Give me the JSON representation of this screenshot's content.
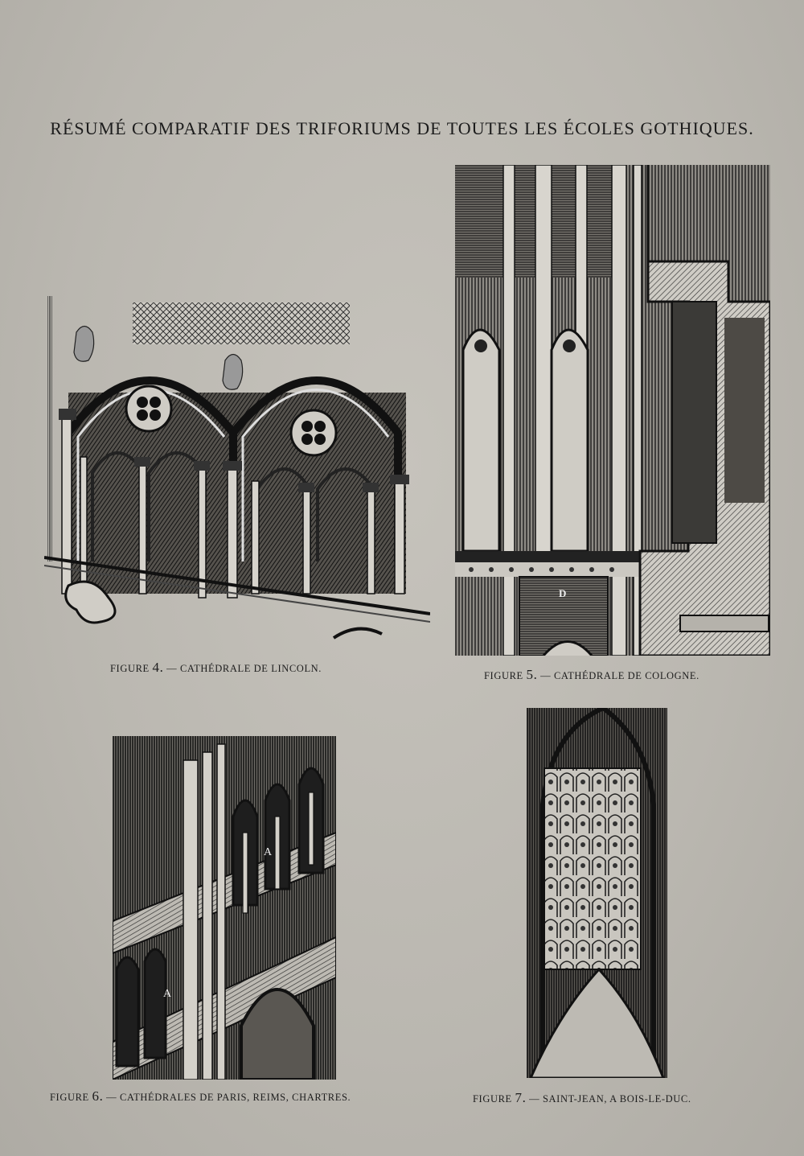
{
  "title": "RÉSUMÉ COMPARATIF DES TRIFORIUMS DE TOUTES LES ÉCOLES GOTHIQUES.",
  "figures": [
    {
      "prefix": "FIGURE",
      "number": "4.",
      "caption": "— CATHÉDRALE DE LINCOLN."
    },
    {
      "prefix": "FIGURE",
      "number": "5.",
      "caption": "— CATHÉDRALE DE COLOGNE."
    },
    {
      "prefix": "FIGURE",
      "number": "6.",
      "caption": "— CATHÉDRALES DE PARIS, REIMS, CHARTRES."
    },
    {
      "prefix": "FIGURE",
      "number": "7.",
      "caption": "— SAINT-JEAN, A BOIS-LE-DUC."
    }
  ],
  "labels": {
    "fig5_d": "D",
    "fig6_a1": "A",
    "fig6_a2": "A"
  },
  "colors": {
    "ink": "#1a1a1a",
    "paper": "#bdbab3"
  }
}
